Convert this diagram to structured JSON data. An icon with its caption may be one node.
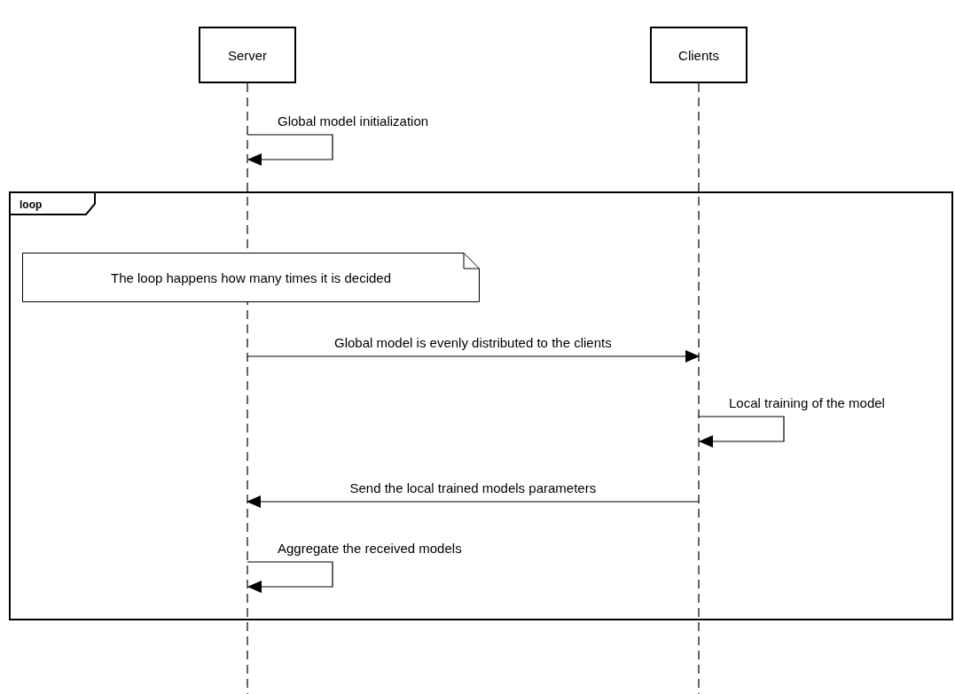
{
  "diagram": {
    "nodes": [
      {
        "text": [
          "Server"
        ]
      },
      {
        "text": [
          "Clients"
        ]
      },
      {
        "text": [
          "loop"
        ]
      },
      {
        "text": [
          "The loop happens how many times it is decided"
        ],
        "in": 2
      }
    ],
    "edges": [
      {
        "from": 0,
        "to": 0,
        "arrow": "to",
        "label": "Global model initialization"
      },
      {
        "from": 0,
        "to": 1,
        "arrow": "to",
        "label": "Global model is evenly distributed to the clients"
      },
      {
        "from": 1,
        "to": 1,
        "arrow": "to",
        "label": "Local training of the model"
      },
      {
        "from": 1,
        "to": 0,
        "arrow": "to",
        "label": "Send the local trained models parameters"
      },
      {
        "from": 0,
        "to": 0,
        "arrow": "to",
        "label": "Aggregate the received models"
      }
    ]
  }
}
